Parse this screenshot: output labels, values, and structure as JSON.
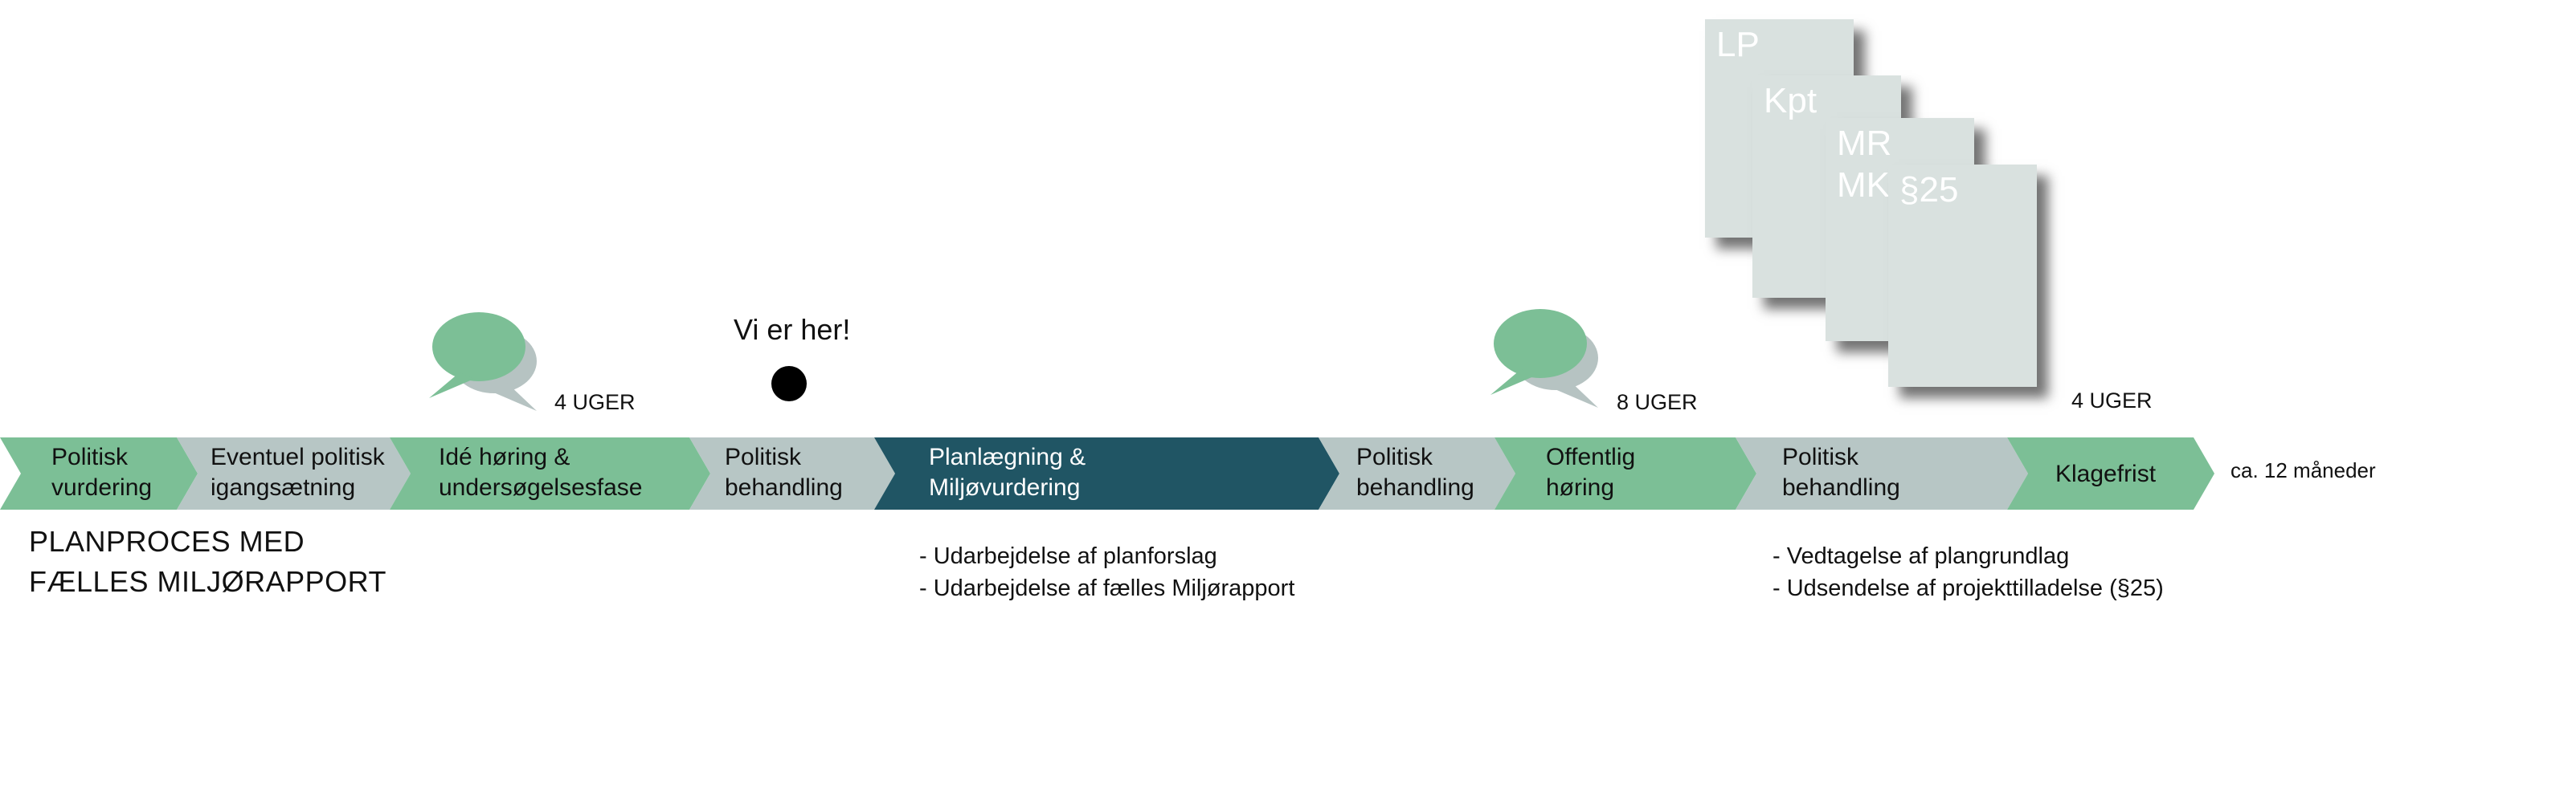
{
  "diagram": {
    "title_lines": [
      "PLANPROCES MED",
      "FÆLLES MILJØRAPPORT"
    ],
    "marker_label": "Vi er her!",
    "end_label": "ca. 12 måneder",
    "colors": {
      "green": "#7cbf96",
      "grey": "#b7c6c5",
      "dark_teal": "#205564",
      "document": "#d9e1df",
      "marker": "#000000"
    },
    "phases": [
      {
        "lines": [
          "Politisk",
          "vurdering"
        ],
        "fill": "green",
        "text_color": "#111111"
      },
      {
        "lines": [
          "Eventuel politisk",
          "igangsætning"
        ],
        "fill": "grey",
        "text_color": "#111111"
      },
      {
        "lines": [
          "Idé høring &",
          "undersøgelsesfase"
        ],
        "fill": "green",
        "text_color": "#111111"
      },
      {
        "lines": [
          "Politisk",
          "behandling"
        ],
        "fill": "grey",
        "text_color": "#111111"
      },
      {
        "lines": [
          "Planlægning &",
          "Miljøvurdering"
        ],
        "fill": "dark_teal",
        "text_color": "#ffffff"
      },
      {
        "lines": [
          "Politisk",
          "behandling"
        ],
        "fill": "grey",
        "text_color": "#111111"
      },
      {
        "lines": [
          "Offentlig",
          "høring"
        ],
        "fill": "green",
        "text_color": "#111111"
      },
      {
        "lines": [
          "Politisk",
          "behandling"
        ],
        "fill": "grey",
        "text_color": "#111111"
      },
      {
        "lines": [
          "Klagefrist"
        ],
        "fill": "green",
        "text_color": "#111111"
      }
    ],
    "hearings": [
      {
        "icon": "speech-bubbles-icon",
        "duration": "4 UGER"
      },
      {
        "icon": "speech-bubbles-icon",
        "duration": "8 UGER"
      },
      {
        "duration": "4 UGER"
      }
    ],
    "notes": {
      "planning": [
        "- Udarbejdelse af planforslag",
        "- Udarbejdelse af fælles Miljørapport"
      ],
      "adoption": [
        "-  Vedtagelse af plangrundlag",
        "- Udsendelse af projekttilladelse (§25)"
      ]
    },
    "documents": [
      "LP",
      "Kpt",
      "MR\nMK",
      "§25"
    ]
  }
}
